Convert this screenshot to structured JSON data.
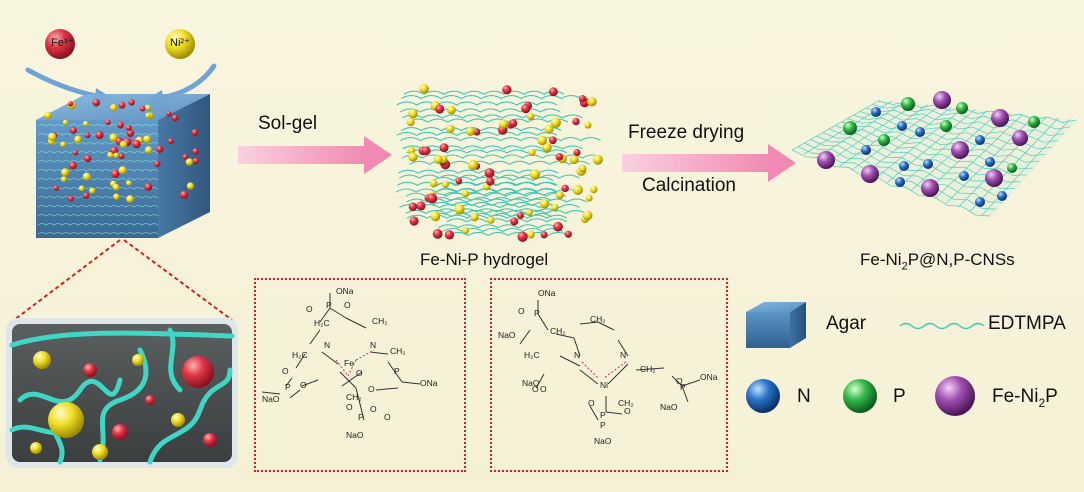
{
  "ions": {
    "fe": "Fe³⁺",
    "ni": "Ni²⁺"
  },
  "steps": {
    "step1": "Sol-gel",
    "step2a": "Freeze drying",
    "step2b": "Calcination"
  },
  "products": {
    "hydrogel": "Fe-Ni-P hydrogel",
    "final_prefix": "Fe-Ni",
    "final_sub": "2",
    "final_suffix": "P@N,P-CNSs"
  },
  "legend": {
    "agar": "Agar",
    "edtmpa": "EDTMPA",
    "n": "N",
    "p": "P",
    "feni2p_prefix": "Fe-Ni",
    "feni2p_sub": "2",
    "feni2p_suffix": "P"
  },
  "colors": {
    "background": "#f7f4dc",
    "arrow": "#f4a6c4",
    "fe_ion": "#d8323f",
    "ni_ion": "#f2e02a",
    "network": "#3cc7b5",
    "cube": "#4f86b8",
    "n_sphere": "#2b74c9",
    "p_sphere": "#35b94a",
    "feni2p_sphere": "#a050b0",
    "dotted_box": "#d42020"
  },
  "structure_fe": {
    "labels": [
      "ONa",
      "O",
      "P",
      "O",
      "H₂C",
      "CH₂",
      "N",
      "N",
      "CH₂",
      "H₂C",
      "O",
      "Fe",
      "O",
      "P",
      "ONa",
      "P",
      "NaO",
      "O",
      "O",
      "CH₂",
      "O",
      "P",
      "NaO",
      "O",
      "O"
    ]
  },
  "structure_ni": {
    "labels": [
      "ONa",
      "O",
      "P",
      "NaO",
      "CH₂",
      "CH₂",
      "H₂C",
      "N",
      "N",
      "CH₂",
      "ONa",
      "O",
      "P",
      "NaO",
      "Ni",
      "O",
      "P",
      "CH₂",
      "O",
      "P",
      "NaO",
      "O",
      "NaO",
      "O"
    ]
  }
}
